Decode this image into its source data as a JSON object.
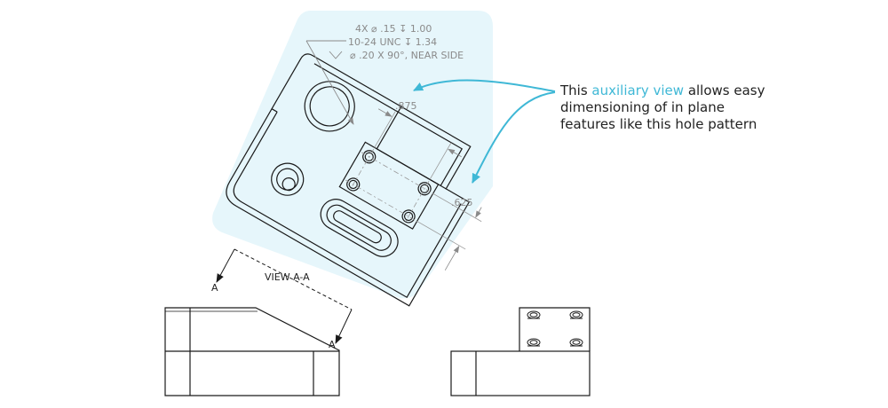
{
  "colors": {
    "highlight_bg": "#e6f6fb",
    "accent": "#3fb8d6",
    "line": "#1a1a1a",
    "dimension": "#8a8a8a"
  },
  "hole_callout": {
    "line1": "4X ⌀ .15 ↧ 1.00",
    "line2": "10-24 UNC ↧ 1.34",
    "line3": "⌀ .20 X 90°, NEAR SIDE",
    "countersink_symbol": "∨"
  },
  "dimensions": {
    "horizontal": ".875",
    "vertical": ".625"
  },
  "view_label": "VIEW A-A",
  "section_marks": {
    "left": "A",
    "right": "A"
  },
  "callout": {
    "prefix": "This ",
    "highlight": "auxiliary view",
    "line1_suffix": " allows easy",
    "line2": "dimensioning of in plane",
    "line3": "features like this hole pattern"
  }
}
